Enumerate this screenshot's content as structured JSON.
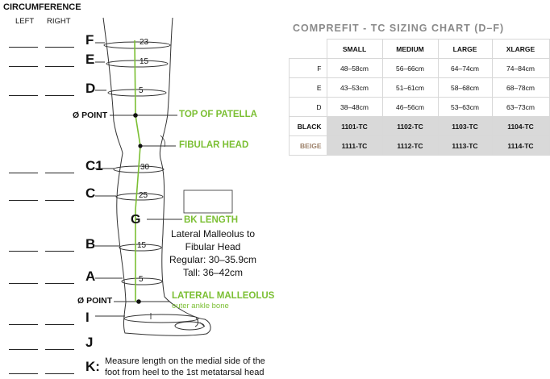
{
  "header": {
    "title": "CIRCUMFERENCE",
    "left": "LEFT",
    "right": "RIGHT"
  },
  "rows": [
    {
      "label": "F"
    },
    {
      "label": "E"
    },
    {
      "label": "D"
    },
    {
      "label": "C1"
    },
    {
      "label": "C"
    },
    {
      "label": "B"
    },
    {
      "label": "A"
    },
    {
      "label": "I"
    },
    {
      "label": "J"
    },
    {
      "label": "K:"
    }
  ],
  "leg": {
    "nums": [
      "23",
      "15",
      "5",
      "30",
      "25",
      "15",
      "5"
    ],
    "point_label": "Ø POINT",
    "g_label": "G",
    "top_patella": "TOP OF PATELLA",
    "fibular_head": "FIBULAR HEAD",
    "bk_length": "BK LENGTH",
    "lateral_malleolus": "LATERAL MALLEOLUS",
    "outer_ankle": "outer ankle bone"
  },
  "bk_desc": [
    "Lateral Malleolus to",
    "Fibular Head",
    "Regular: 30–35.9cm",
    "Tall: 36–42cm"
  ],
  "k_desc": [
    "Measure length on the medial side of the",
    "foot from heel to the 1st metatarsal head"
  ],
  "colors": {
    "accent": "#7bbf33",
    "beige": "#9c8068"
  },
  "chart": {
    "title": "COMPREFIT - TC SIZING CHART (D–F)",
    "columns": [
      "SMALL",
      "MEDIUM",
      "LARGE",
      "XLARGE"
    ],
    "rows": [
      {
        "label": "F",
        "cells": [
          "48–58cm",
          "56–66cm",
          "64–74cm",
          "74–84cm"
        ]
      },
      {
        "label": "E",
        "cells": [
          "43–53cm",
          "51–61cm",
          "58–68cm",
          "68–78cm"
        ]
      },
      {
        "label": "D",
        "cells": [
          "38–48cm",
          "46–56cm",
          "53–63cm",
          "63–73cm"
        ]
      },
      {
        "label": "BLACK",
        "cells": [
          "1101-TC",
          "1102-TC",
          "1103-TC",
          "1104-TC"
        ]
      },
      {
        "label": "BEIGE",
        "cells": [
          "1111-TC",
          "1112-TC",
          "1113-TC",
          "1114-TC"
        ]
      }
    ]
  }
}
